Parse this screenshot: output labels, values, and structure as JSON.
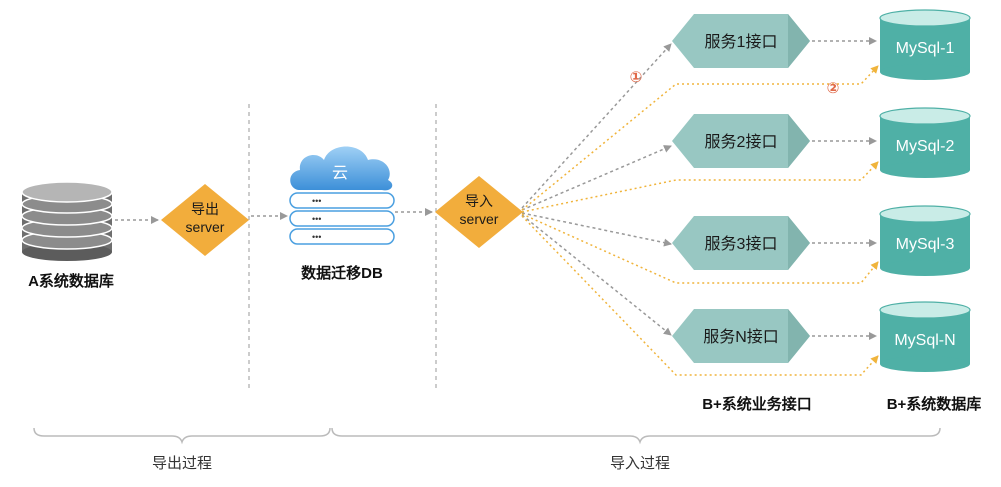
{
  "colors": {
    "diamond": "#f2ad3c",
    "service": "#98c7c2",
    "service_dark": "#82b4ae",
    "mysql": "#4fb0a6",
    "mysql_top": "#c9ece7",
    "cloud": "#4a9fe0",
    "gray_arrow": "#999999",
    "orange_arrow": "#f0b43c",
    "annotation": "#e06a4a"
  },
  "icons": {
    "source_db": "stacked-disk-database-icon",
    "cloud": "cloud-icon",
    "mysql": "cylinder-database-icon"
  },
  "source_db": {
    "label": "A系统数据库"
  },
  "export_node": {
    "line1": "导出",
    "line2": "server"
  },
  "migration_db": {
    "cloud_label": "云",
    "rows": [
      "•••",
      "•••",
      "•••"
    ],
    "label": "数据迁移DB"
  },
  "import_node": {
    "line1": "导入",
    "line2": "server"
  },
  "services": [
    {
      "label": "服务1接口"
    },
    {
      "label": "服务2接口"
    },
    {
      "label": "服务3接口"
    },
    {
      "label": "服务N接口"
    }
  ],
  "databases": [
    {
      "label": "MySql-1"
    },
    {
      "label": "MySql-2"
    },
    {
      "label": "MySql-3"
    },
    {
      "label": "MySql-N"
    }
  ],
  "annotations": {
    "step1": "①",
    "step2": "②"
  },
  "column_labels": {
    "services": "B+系统业务接口",
    "databases": "B+系统数据库"
  },
  "phases": {
    "export": "导出过程",
    "import": "导入过程"
  }
}
